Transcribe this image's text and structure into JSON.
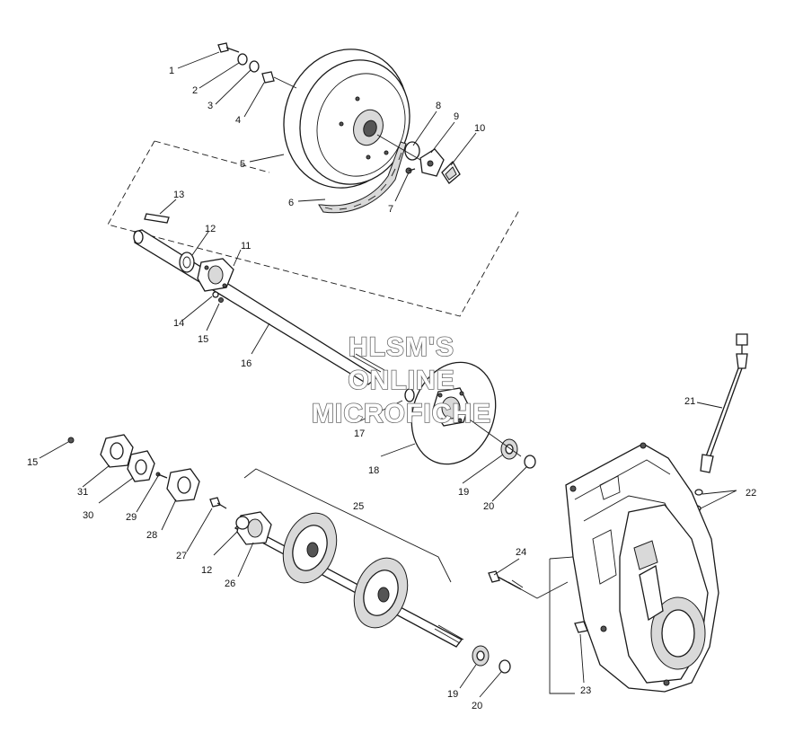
{
  "watermark": [
    "HLSM'S",
    "ONLINE",
    "MICROFICHE"
  ],
  "callouts": [
    "1",
    "2",
    "3",
    "4",
    "5",
    "6",
    "7",
    "8",
    "9",
    "10",
    "11",
    "12",
    "13",
    "14",
    "15",
    "16",
    "17",
    "18",
    "19",
    "20",
    "21",
    "22",
    "23",
    "24",
    "25",
    "26",
    "27",
    "28",
    "29",
    "30",
    "31"
  ],
  "callout_positions_note": ""
}
